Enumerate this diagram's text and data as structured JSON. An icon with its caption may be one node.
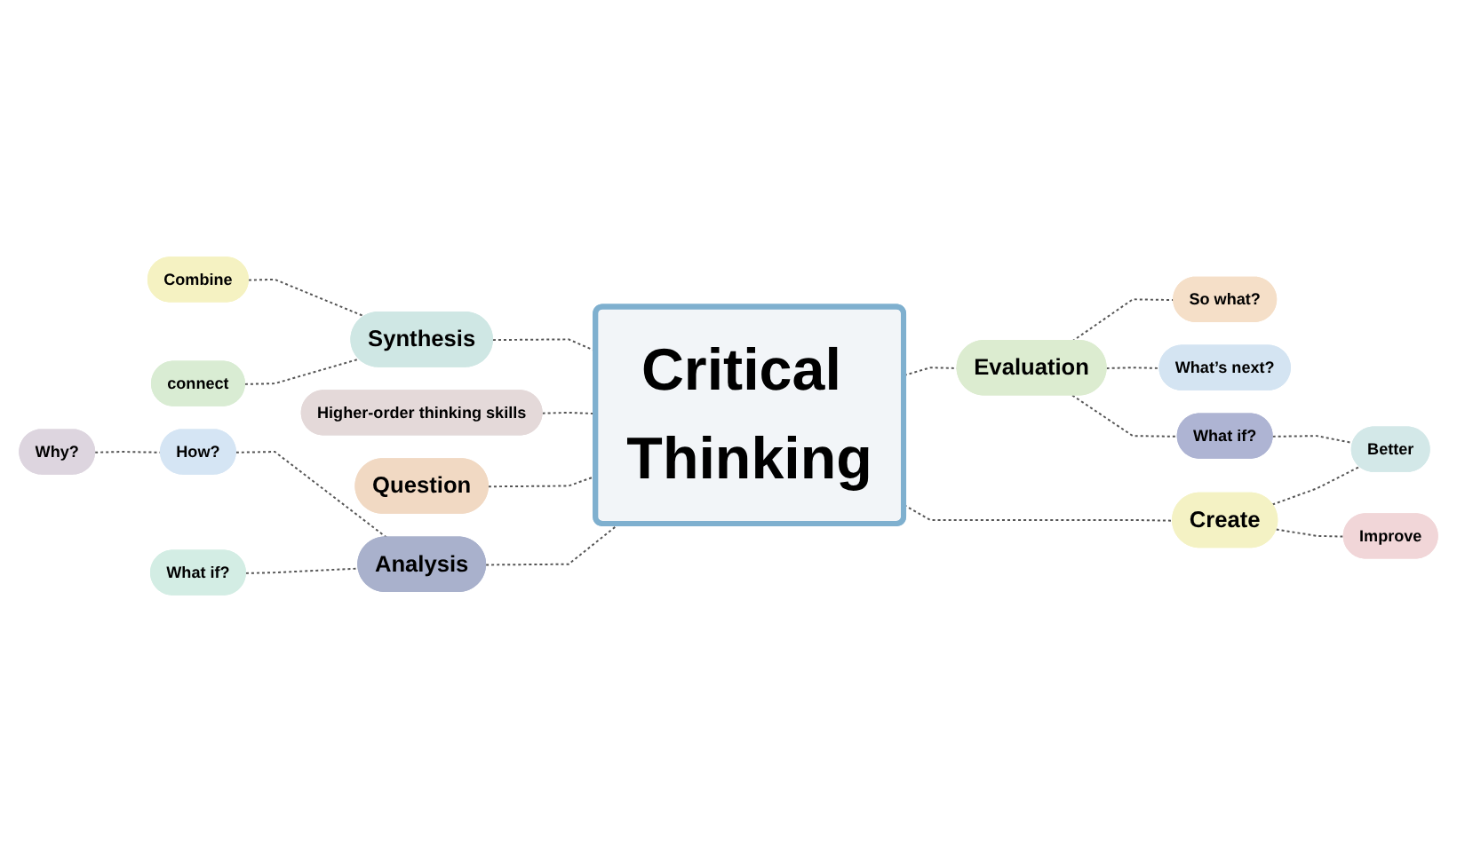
{
  "diagram": {
    "nodes": [
      {
        "text": [
          "Critical Thinking"
        ]
      },
      {
        "text": [
          "Higher-order thinking skills"
        ]
      },
      {
        "text": [
          "Synthesis"
        ]
      },
      {
        "text": [
          "Combine"
        ]
      },
      {
        "text": [
          "connect"
        ]
      },
      {
        "text": [
          "Evaluation"
        ]
      },
      {
        "text": [
          "So what?"
        ]
      },
      {
        "text": [
          "What’s next?"
        ]
      },
      {
        "text": [
          "What if?"
        ]
      },
      {
        "text": [
          "Question"
        ]
      },
      {
        "text": [
          "Analysis"
        ]
      },
      {
        "text": [
          "How?"
        ]
      },
      {
        "text": [
          "Why?"
        ]
      },
      {
        "text": [
          "What if?"
        ]
      },
      {
        "text": [
          "Create"
        ]
      },
      {
        "text": [
          "Better"
        ]
      },
      {
        "text": [
          "Improve"
        ]
      }
    ],
    "edges": [
      {
        "from": 3,
        "to": 2,
        "arrow": "none",
        "style": "dashed"
      },
      {
        "from": 4,
        "to": 2,
        "arrow": "none",
        "style": "dashed"
      },
      {
        "from": 2,
        "to": 0,
        "arrow": "none",
        "style": "dashed"
      },
      {
        "from": 1,
        "to": 0,
        "arrow": "none",
        "style": "dashed"
      },
      {
        "from": 9,
        "to": 0,
        "arrow": "none",
        "style": "dashed"
      },
      {
        "from": 11,
        "to": 10,
        "arrow": "none",
        "style": "dashed"
      },
      {
        "from": 12,
        "to": 11,
        "arrow": "none",
        "style": "dashed"
      },
      {
        "from": 13,
        "to": 10,
        "arrow": "none",
        "style": "dashed"
      },
      {
        "from": 10,
        "to": 0,
        "arrow": "none",
        "style": "dashed"
      },
      {
        "from": 0,
        "to": 5,
        "arrow": "none",
        "style": "dashed"
      },
      {
        "from": 5,
        "to": 6,
        "arrow": "none",
        "style": "dashed"
      },
      {
        "from": 5,
        "to": 7,
        "arrow": "none",
        "style": "dashed"
      },
      {
        "from": 5,
        "to": 8,
        "arrow": "none",
        "style": "dashed"
      },
      {
        "from": 8,
        "to": 15,
        "arrow": "none",
        "style": "dashed"
      },
      {
        "from": 0,
        "to": 14,
        "arrow": "none",
        "style": "dashed"
      },
      {
        "from": 14,
        "to": 16,
        "arrow": "none",
        "style": "dashed"
      },
      {
        "from": 14,
        "to": 15,
        "arrow": "none",
        "style": "dashed"
      }
    ]
  }
}
